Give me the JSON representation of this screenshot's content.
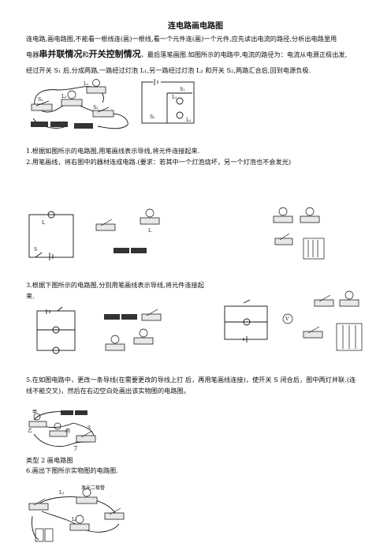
{
  "title": "连电路画电路图",
  "intro": {
    "line1": "连电路,画电路图,不能看一根线连(画)一根线,看一个元件连(画)一个元件,应先读出电流的路径,分析出电路里用",
    "line2_pre": "电器",
    "line2_bold1": "串并联情况",
    "line2_mid": "和",
    "line2_bold2": "开关控制情况",
    "line2_post": "，最后落笔画图.如图所示的电路中,电流的路径为：电流从电源正极出发,",
    "line3": "经过开关 S₁ 后,分成两路,一路经过灯泡 L₁,另一路经过灯泡 L₂ 和开关 S₂,两路汇合后,回到电源负极."
  },
  "questions": {
    "q1": "1.根据如图所示的电路图,用笔画线表示导线,将元件连接起来.",
    "q2": "2.用笔画线，将右图中的器材连成电路.(要求：若其中一个灯泡烧坏，另一个灯泡也不会发光)",
    "q3a": "3.根据下图所示的电路图,分别用笔画线表示导线,将元件连接起",
    "q3b": "来.",
    "q5a": "5.在如图电路中，更改一条导线(在需要更改的导线上打   后，再用笔画线连接)，使开关 S 闭合后，图中两灯并联.(连",
    "q5b": "线不能交叉)，然后在右边空白处画出该实物图的电路图。",
    "type2": "类型 2 画电路图",
    "q6": "6.画出下图所示实物图的电路图."
  },
  "labels": {
    "s1": "S₁",
    "s2": "S₂",
    "l1": "L₁",
    "l2": "L₂",
    "l": "L",
    "s": "S",
    "jia": "甲",
    "yi": "乙",
    "bing": "丙",
    "ding": "丁",
    "led": "发光二极管",
    "v": "V"
  }
}
